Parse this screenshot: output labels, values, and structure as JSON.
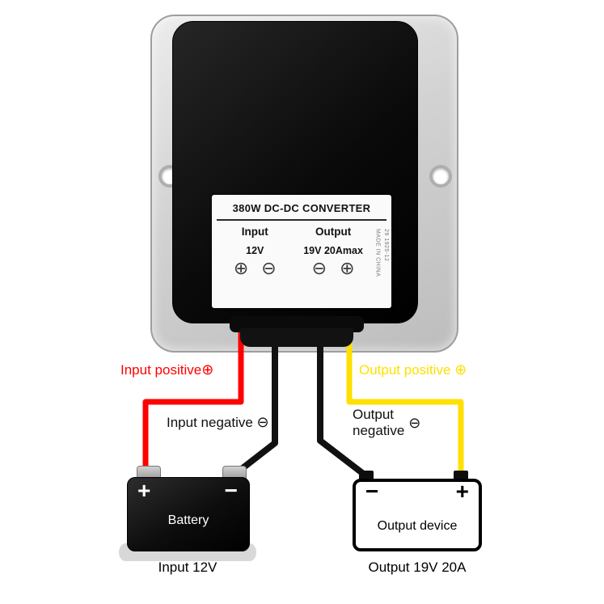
{
  "converter": {
    "title": "380W DC-DC CONVERTER",
    "side_text_1": "29 1925-12",
    "side_text_2": "MADE IN CHINA",
    "input": {
      "label": "Input",
      "value": "12V",
      "screw1": "⊕",
      "screw2": "⊖"
    },
    "output": {
      "label": "Output",
      "value": "19V 20Amax",
      "screw1": "⊖",
      "screw2": "⊕"
    }
  },
  "wires": {
    "input_positive": {
      "label": "Input positive",
      "symbol": "⊕",
      "color": "#ff0000"
    },
    "input_negative": {
      "label": "Input negative",
      "symbol": "⊖",
      "color": "#111111"
    },
    "output_positive": {
      "label": "Output positive",
      "symbol": "⊕",
      "color": "#ffe000"
    },
    "output_negative": {
      "line1": "Output",
      "line2": "negative",
      "symbol": "⊖",
      "color": "#111111"
    }
  },
  "battery": {
    "plus": "+",
    "minus": "−",
    "label": "Battery",
    "caption": "Input 12V"
  },
  "output_device": {
    "minus": "−",
    "plus": "+",
    "label": "Output device",
    "caption": "Output 19V 20A"
  }
}
